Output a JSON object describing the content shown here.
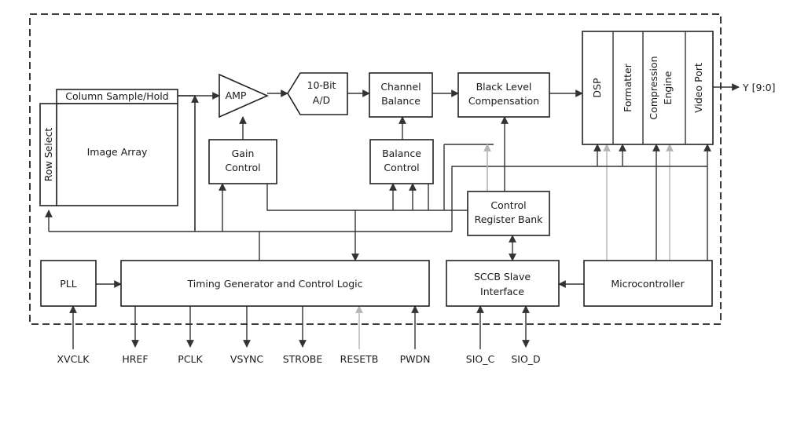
{
  "blocks": {
    "column_sample_hold": "Column Sample/Hold",
    "row_select": "Row Select",
    "image_array": "Image Array",
    "amp": "AMP",
    "adc_line1": "10-Bit",
    "adc_line2": "A/D",
    "channel_balance_line1": "Channel",
    "channel_balance_line2": "Balance",
    "black_level_line1": "Black Level",
    "black_level_line2": "Compensation",
    "gain_control_line1": "Gain",
    "gain_control_line2": "Control",
    "balance_control_line1": "Balance",
    "balance_control_line2": "Control",
    "dsp": "DSP",
    "formatter": "Formatter",
    "compression_line1": "Compression",
    "compression_line2": "Engine",
    "video_port": "Video Port",
    "control_register_line1": "Control",
    "control_register_line2": "Register Bank",
    "pll": "PLL",
    "timing_generator": "Timing Generator and Control Logic",
    "sccb_line1": "SCCB Slave",
    "sccb_line2": "Interface",
    "microcontroller": "Microcontroller"
  },
  "output_label": "Y [9:0]",
  "pins": {
    "xvclk": "XVCLK",
    "href": "HREF",
    "pclk": "PCLK",
    "vsync": "VSYNC",
    "strobe": "STROBE",
    "resetb": "RESETB",
    "pwdn": "PWDN",
    "sio_c": "SIO_C",
    "sio_d": "SIO_D"
  },
  "colors": {
    "line": "#333333",
    "light_line": "#b5b5b5"
  }
}
